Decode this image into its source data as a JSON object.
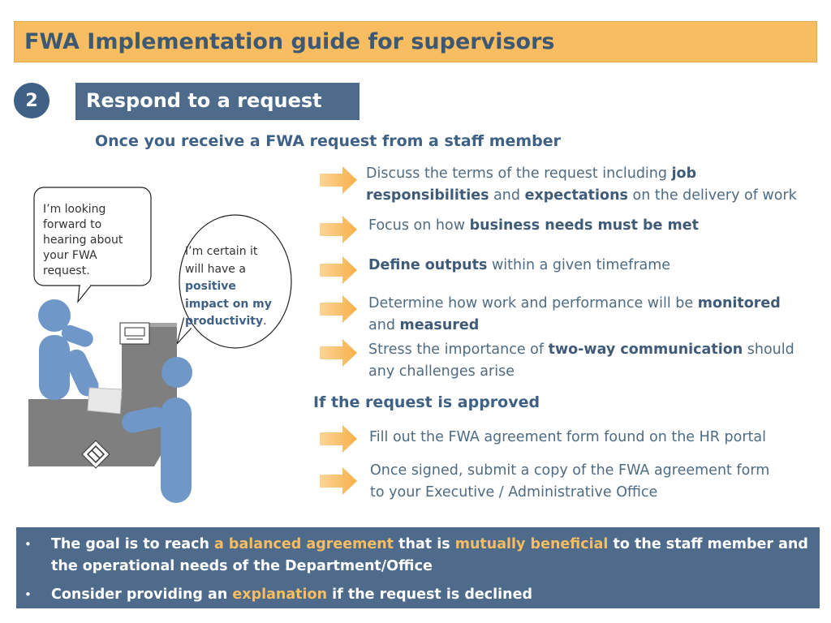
{
  "header": {
    "title": "FWA Implementation guide for supervisors"
  },
  "step": {
    "number": "2",
    "title": "Respond to a request"
  },
  "receive": {
    "heading": "Once you receive a FWA request from a staff member",
    "items": [
      {
        "parts": [
          "Discuss the terms of the request including ",
          "job",
          "responsibilities",
          " and ",
          "expectations",
          " on the delivery of work"
        ]
      },
      {
        "parts": [
          "Focus on how ",
          "business needs must be met"
        ]
      },
      {
        "parts": [
          "Define outputs",
          " within a given timeframe"
        ]
      },
      {
        "parts": [
          "Determine how work and performance will be ",
          "monitored",
          "and ",
          "measured"
        ]
      },
      {
        "parts": [
          "Stress the importance of ",
          "two-way communication",
          " should",
          "any challenges arise"
        ]
      }
    ]
  },
  "approved": {
    "heading": "If the request is approved",
    "items": [
      {
        "lines": [
          "Fill out the FWA agreement form found on the HR portal"
        ]
      },
      {
        "lines": [
          "Once signed, submit a copy of the FWA agreement form",
          "to your  Executive / Administrative Office"
        ]
      }
    ]
  },
  "bubbles": {
    "left": [
      "I’m looking",
      "forward to",
      "hearing about",
      "your FWA",
      "request."
    ],
    "right": {
      "lines": [
        "I’m certain it",
        "will have a"
      ],
      "bold": [
        "positive",
        "impact on my",
        "productivity"
      ],
      "tail": "."
    }
  },
  "footer": {
    "bullet": "•",
    "point1": [
      "The goal is to reach ",
      "a balanced agreement",
      " that is ",
      "mutually beneficial",
      " to the staff member and",
      "the operational needs of the Department/Office"
    ],
    "point2": [
      "Consider providing an ",
      "explanation",
      " if the request is declined"
    ]
  },
  "colors": {
    "title_bg": "#f8bd60",
    "title_text": "#3c5873",
    "section_bg": "#4e6b8c",
    "circle_bg": "#3f6186",
    "arrow": "#f8bd60",
    "highlight": "#f8bd60",
    "person": "#6f98c9",
    "desk": "#7f7f7f"
  },
  "icons": [
    "arrow-right-icon",
    "printer-icon",
    "un-emblem-icon"
  ]
}
